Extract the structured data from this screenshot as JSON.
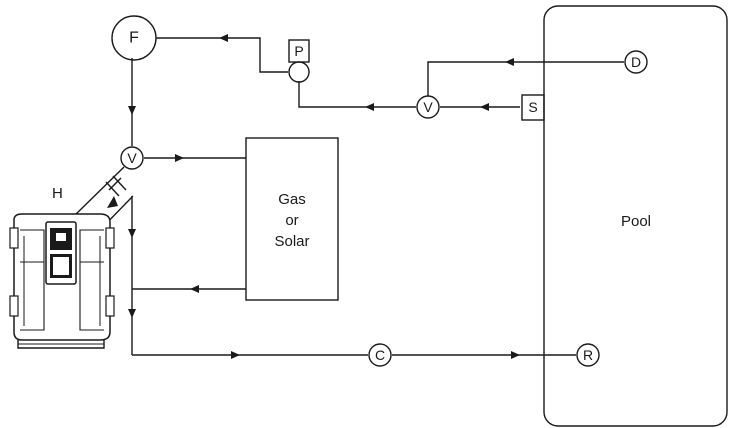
{
  "nodes": {
    "filter": "F",
    "pump": "P",
    "valve_top": "V",
    "valve_left": "V",
    "skimmer": "S",
    "drain": "D",
    "check_valve": "C",
    "return": "R",
    "heat_pump": "H"
  },
  "heater_box": {
    "line1": "Gas",
    "line2": "or",
    "line3": "Solar"
  },
  "pool": {
    "label": "Pool"
  }
}
